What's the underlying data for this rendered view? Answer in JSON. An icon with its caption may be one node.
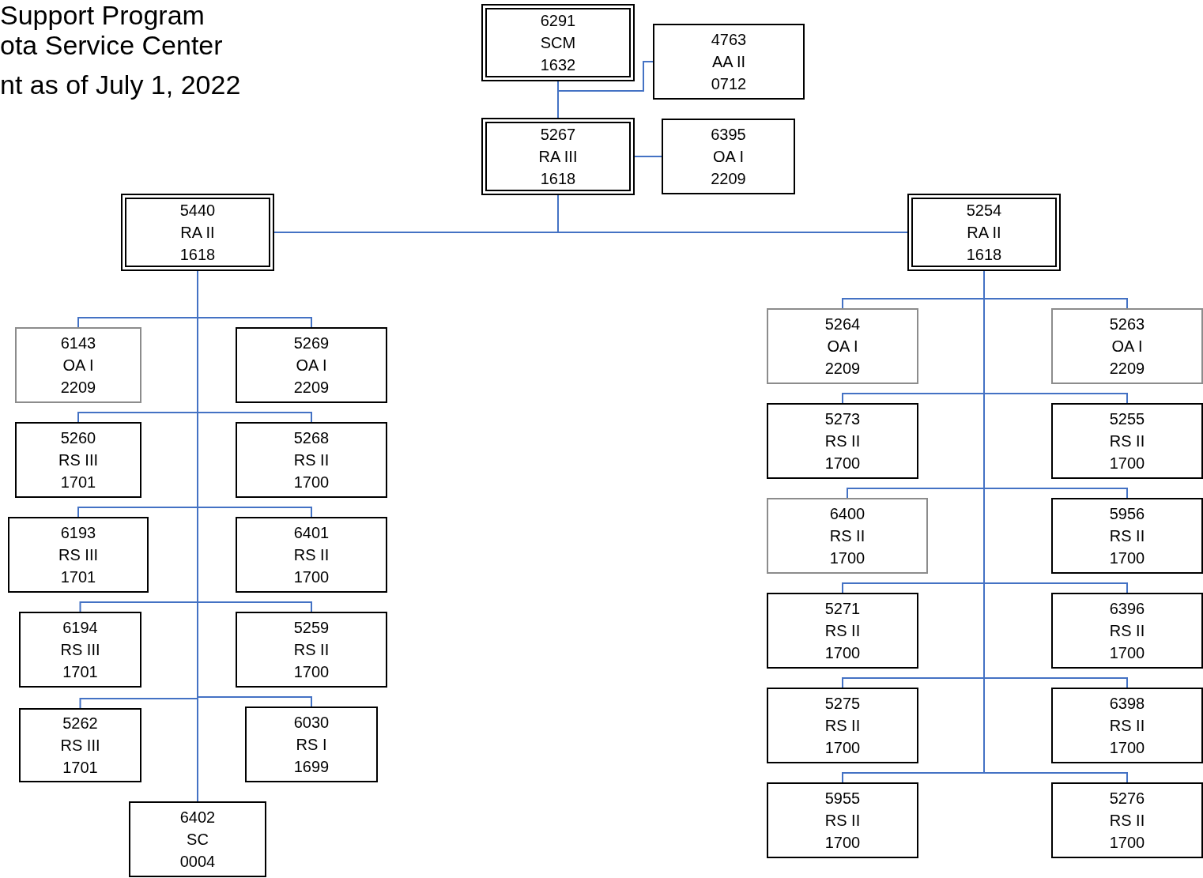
{
  "diagram": {
    "nodes": [
      {
        "text": [
          "6291",
          "SCM",
          "1632"
        ]
      },
      {
        "text": [
          "4763",
          "AA II",
          "0712"
        ]
      },
      {
        "text": [
          "5267",
          "RA III",
          "1618"
        ]
      },
      {
        "text": [
          "6395",
          "OA I",
          "2209"
        ]
      },
      {
        "text": [
          "5440",
          "RA II",
          "1618"
        ]
      },
      {
        "text": [
          "5254",
          "RA II",
          "1618"
        ]
      },
      {
        "text": [
          "6143",
          "OA I",
          "2209"
        ]
      },
      {
        "text": [
          "5269",
          "OA I",
          "2209"
        ]
      },
      {
        "text": [
          "5260",
          "RS III",
          "1701"
        ]
      },
      {
        "text": [
          "5268",
          "RS II",
          "1700"
        ]
      },
      {
        "text": [
          "6193",
          "RS III",
          "1701"
        ]
      },
      {
        "text": [
          "6401",
          "RS II",
          "1700"
        ]
      },
      {
        "text": [
          "6194",
          "RS III",
          "1701"
        ]
      },
      {
        "text": [
          "5259",
          "RS II",
          "1700"
        ]
      },
      {
        "text": [
          "5262",
          "RS III",
          "1701"
        ]
      },
      {
        "text": [
          "6030",
          "RS I",
          "1699"
        ]
      },
      {
        "text": [
          "6402",
          "SC",
          "0004"
        ]
      },
      {
        "text": [
          "5264",
          "OA I",
          "2209"
        ]
      },
      {
        "text": [
          "5263",
          "OA I",
          "2209"
        ]
      },
      {
        "text": [
          "5273",
          "RS II",
          "1700"
        ]
      },
      {
        "text": [
          "5255",
          "RS II",
          "1700"
        ]
      },
      {
        "text": [
          "6400",
          "RS II",
          "1700"
        ]
      },
      {
        "text": [
          "5956",
          "RS II",
          "1700"
        ]
      },
      {
        "text": [
          "5271",
          "RS II",
          "1700"
        ]
      },
      {
        "text": [
          "6396",
          "RS II",
          "1700"
        ]
      },
      {
        "text": [
          "5275",
          "RS II",
          "1700"
        ]
      },
      {
        "text": [
          "6398",
          "RS II",
          "1700"
        ]
      },
      {
        "text": [
          "5955",
          "RS II",
          "1700"
        ]
      },
      {
        "text": [
          "5276",
          "RS II",
          "1700"
        ]
      }
    ],
    "edges": [
      {
        "from": 0,
        "to": 1,
        "arrow": "none"
      },
      {
        "from": 0,
        "to": 2,
        "arrow": "none"
      },
      {
        "from": 2,
        "to": 3,
        "arrow": "none"
      },
      {
        "from": 2,
        "to": 4,
        "arrow": "none"
      },
      {
        "from": 2,
        "to": 5,
        "arrow": "none"
      },
      {
        "from": 4,
        "to": 6,
        "arrow": "none"
      },
      {
        "from": 4,
        "to": 7,
        "arrow": "none"
      },
      {
        "from": 4,
        "to": 8,
        "arrow": "none"
      },
      {
        "from": 4,
        "to": 9,
        "arrow": "none"
      },
      {
        "from": 4,
        "to": 10,
        "arrow": "none"
      },
      {
        "from": 4,
        "to": 11,
        "arrow": "none"
      },
      {
        "from": 4,
        "to": 12,
        "arrow": "none"
      },
      {
        "from": 4,
        "to": 13,
        "arrow": "none"
      },
      {
        "from": 4,
        "to": 14,
        "arrow": "none"
      },
      {
        "from": 4,
        "to": 15,
        "arrow": "none"
      },
      {
        "from": 4,
        "to": 16,
        "arrow": "none"
      },
      {
        "from": 5,
        "to": 17,
        "arrow": "none"
      },
      {
        "from": 5,
        "to": 18,
        "arrow": "none"
      },
      {
        "from": 5,
        "to": 19,
        "arrow": "none"
      },
      {
        "from": 5,
        "to": 20,
        "arrow": "none"
      },
      {
        "from": 5,
        "to": 21,
        "arrow": "none"
      },
      {
        "from": 5,
        "to": 22,
        "arrow": "none"
      },
      {
        "from": 5,
        "to": 23,
        "arrow": "none"
      },
      {
        "from": 5,
        "to": 24,
        "arrow": "none"
      },
      {
        "from": 5,
        "to": 25,
        "arrow": "none"
      },
      {
        "from": 5,
        "to": 26,
        "arrow": "none"
      },
      {
        "from": 5,
        "to": 27,
        "arrow": "none"
      },
      {
        "from": 5,
        "to": 28,
        "arrow": "none"
      }
    ],
    "labels": [
      "Support Program",
      "ota Service Center",
      "nt as of July 1, 2022"
    ]
  }
}
